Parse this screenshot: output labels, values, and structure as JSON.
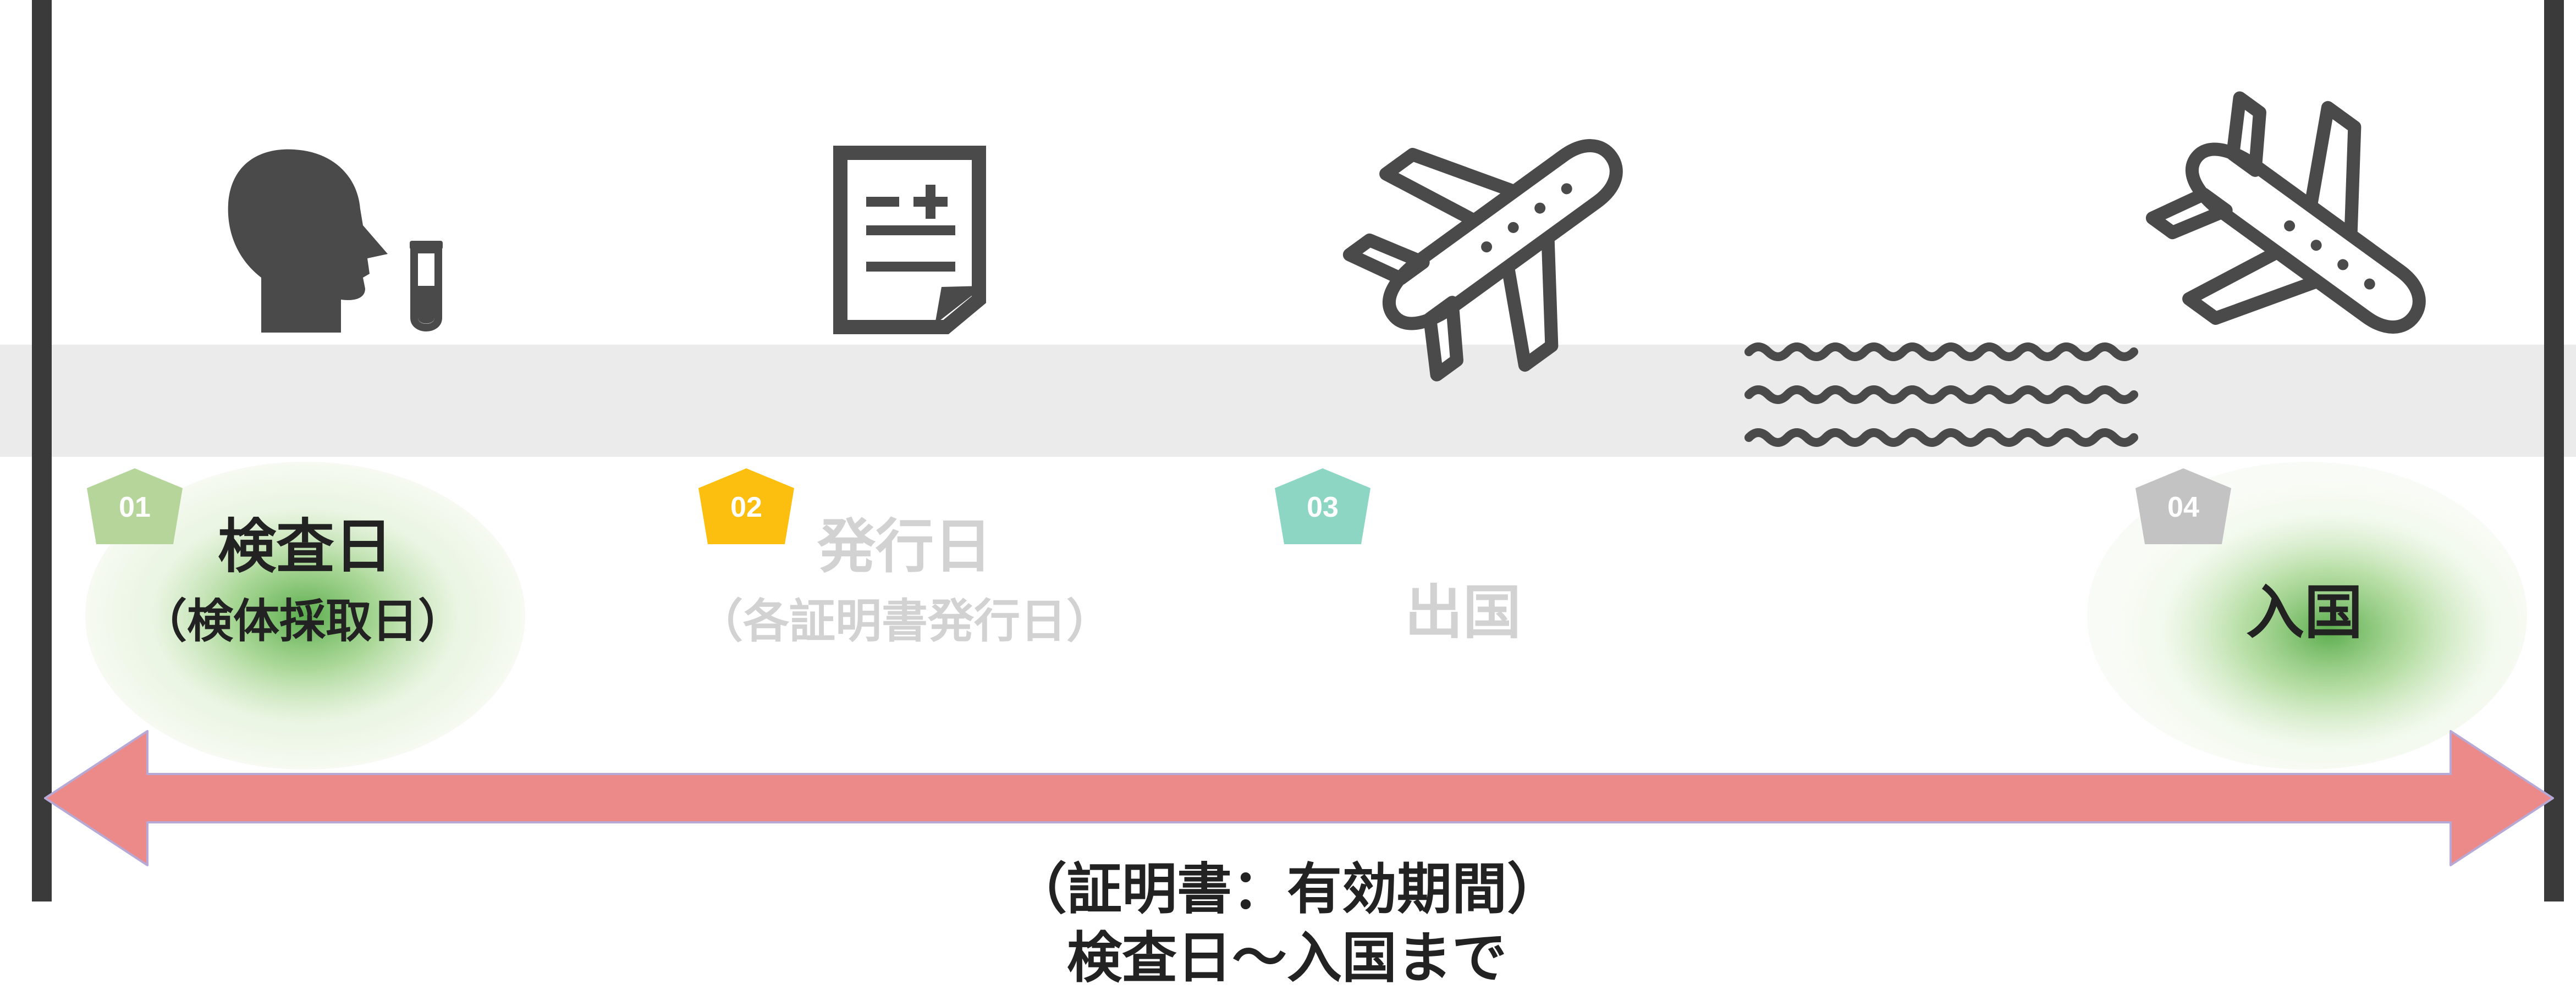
{
  "colors": {
    "icon": "#4a4a4a",
    "band": "#ebebeb",
    "arrow": "#ec8a89",
    "arrow_stroke": "#b7a9d6",
    "text_active": "#222222",
    "text_inactive": "#d2d2d2",
    "glow": "#3e9e2e",
    "badge_01": "#b5d59a",
    "badge_02": "#fcbf10",
    "badge_03": "#8dd6c3",
    "badge_04": "#c3c3c3"
  },
  "steps": [
    {
      "number": "01",
      "title": "検査日",
      "subtitle": "（検体採取日）",
      "icon": "person-test-tube-icon",
      "active": true
    },
    {
      "number": "02",
      "title": "発行日",
      "subtitle": "（各証明書発行日）",
      "icon": "document-icon",
      "active": false
    },
    {
      "number": "03",
      "title": "出国",
      "subtitle": "",
      "icon": "departure-airplane-icon",
      "active": false
    },
    {
      "number": "04",
      "title": "入国",
      "subtitle": "",
      "icon": "arrival-airplane-icon",
      "active": true
    }
  ],
  "ocean": {
    "icon": "waves-icon"
  },
  "period": {
    "line1": "（証明書：有効期間）",
    "line2": "検査日～入国まで"
  }
}
